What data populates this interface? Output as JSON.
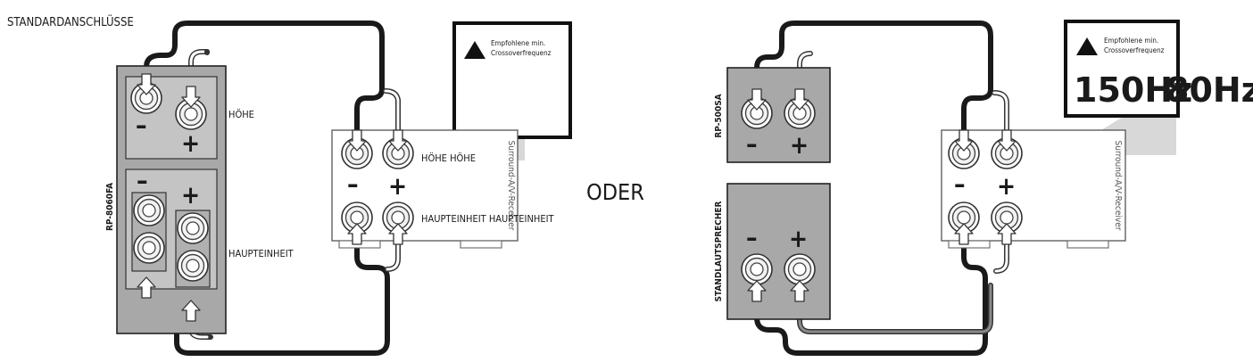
{
  "title": "STANDARDANSCHLÜSSE",
  "separator": "ODER",
  "left_diagram": {
    "speaker_model": "RP-8060FA",
    "height_label": "HÖHE",
    "main_label": "HAUPTEINHEIT",
    "receiver": {
      "name": "Surround-A/V-Receiver",
      "height_label": "HÖHE HÖHE",
      "main_label": "HAUPTEINHEIT HAUPTEINHEIT"
    },
    "callout": {
      "text_line1": "Empfohlene min.",
      "text_line2": "Crossoverfrequenz"
    }
  },
  "right_diagram": {
    "height_speaker_model": "RP-500SA",
    "floor_speaker_label": "STANDLAUTSPRECHER",
    "receiver": {
      "name": "Surround-A/V-Receiver"
    },
    "callout": {
      "text_line1": "Empfohlene min.",
      "text_line2": "Crossoverfrequenz",
      "freq_height": "150Hz",
      "freq_main": "80Hz"
    }
  },
  "signs": {
    "minus": "–",
    "plus": "+"
  },
  "icons": [
    "warning-triangle-icon",
    "binding-post-icon",
    "arrow-up-icon",
    "arrow-down-icon"
  ]
}
